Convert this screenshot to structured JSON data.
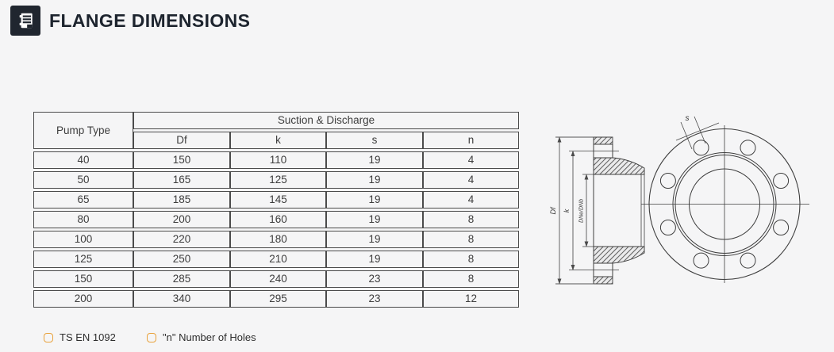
{
  "header": {
    "title": "FLANGE DIMENSIONS"
  },
  "table": {
    "pump_type_header": "Pump Type",
    "group_header": "Suction & Discharge",
    "columns": [
      "Df",
      "k",
      "s",
      "n"
    ],
    "rows": [
      [
        "40",
        "150",
        "110",
        "19",
        "4"
      ],
      [
        "50",
        "165",
        "125",
        "19",
        "4"
      ],
      [
        "65",
        "185",
        "145",
        "19",
        "4"
      ],
      [
        "80",
        "200",
        "160",
        "19",
        "8"
      ],
      [
        "100",
        "220",
        "180",
        "19",
        "8"
      ],
      [
        "125",
        "250",
        "210",
        "19",
        "8"
      ],
      [
        "150",
        "285",
        "240",
        "23",
        "8"
      ],
      [
        "200",
        "340",
        "295",
        "23",
        "12"
      ]
    ]
  },
  "drawing": {
    "side_view_labels": {
      "df": "Df",
      "k": "k",
      "bore": "DNe/DNb"
    },
    "front_view_labels": {
      "s": "s"
    },
    "bolt_hole_count": 8
  },
  "legend": {
    "items": [
      {
        "label": "TS EN 1092"
      },
      {
        "label": "\"n\" Number of Holes"
      }
    ]
  },
  "colors": {
    "background": "#f5f5f6",
    "title_text": "#1d242e",
    "icon_background": "#20262f",
    "table_border": "#4b4b4b",
    "drawing_line": "#3f3f3f",
    "accent_orange": "#e8a23c"
  }
}
